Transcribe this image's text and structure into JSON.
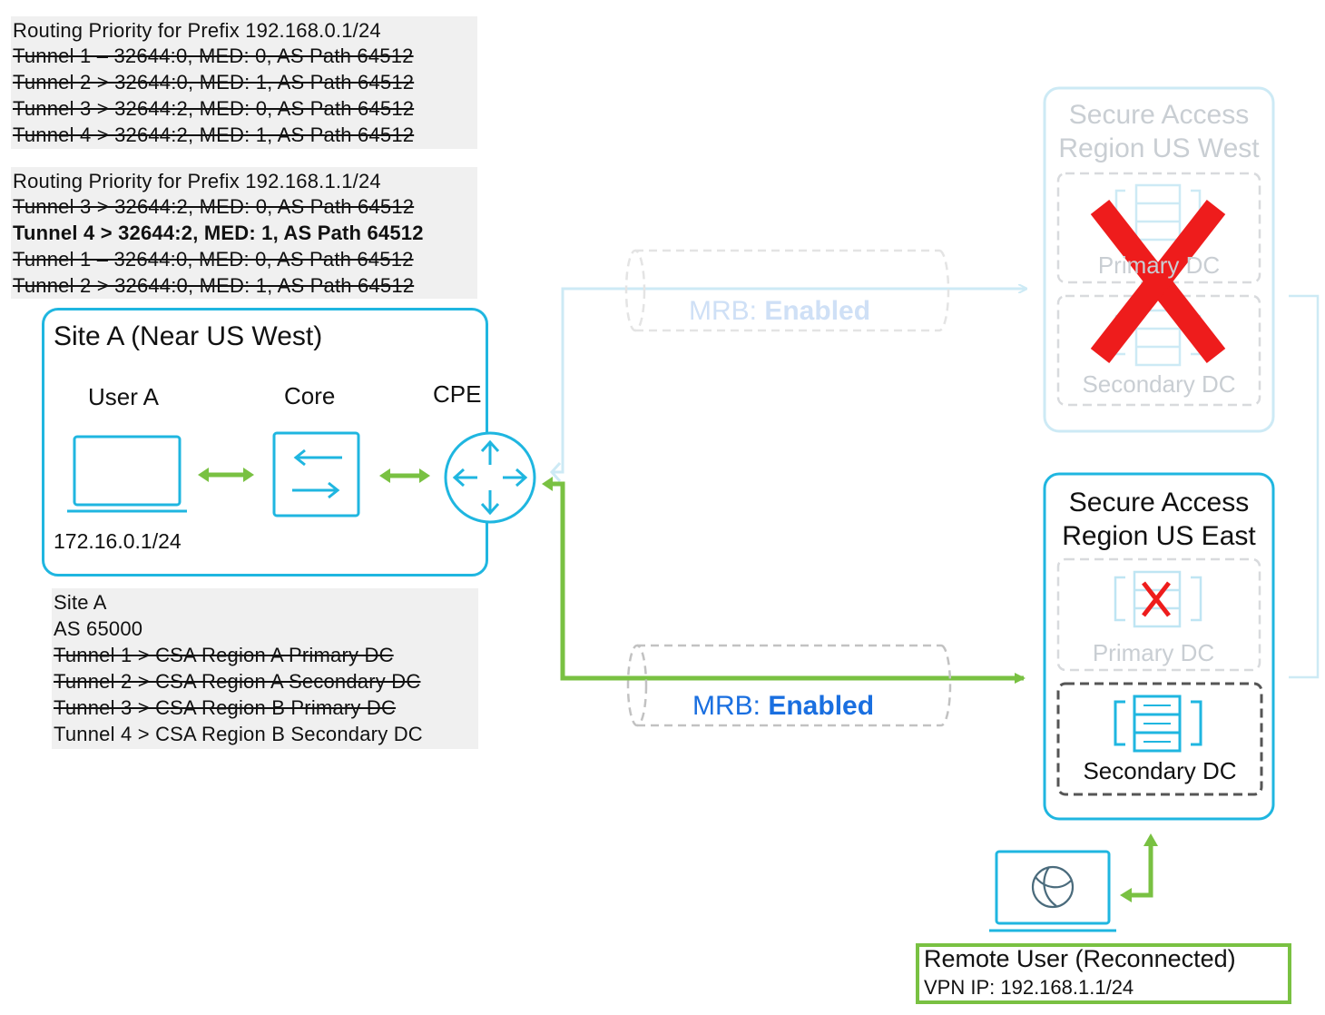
{
  "routing_table_1": {
    "title": "Routing Priority for Prefix 192.168.0.1/24",
    "rows": [
      "Tunnel 1 – 32644:0, MED: 0, AS Path 64512",
      "Tunnel 2 > 32644:0, MED: 1, AS Path 64512",
      "Tunnel 3 > 32644:2, MED: 0, AS Path 64512",
      "Tunnel 4 > 32644:2, MED: 1, AS Path 64512"
    ]
  },
  "routing_table_2": {
    "title": "Routing Priority for Prefix 192.168.1.1/24",
    "rows": [
      "Tunnel 3 > 32644:2, MED: 0, AS Path 64512",
      "Tunnel 4 > 32644:2, MED: 1, AS Path 64512",
      "Tunnel 1 – 32644:0, MED: 0, AS Path 64512",
      "Tunnel 2 > 32644:0, MED: 1, AS Path 64512"
    ]
  },
  "site_a": {
    "title": "Site A (Near US West)",
    "user_label": "User A",
    "core_label": "Core",
    "cpe_label": "CPE",
    "user_ip": "172.16.0.1/24"
  },
  "site_info": {
    "lines": [
      "Site A",
      "AS 65000",
      "Tunnel 1 > CSA Region A Primary DC",
      "Tunnel 2 > CSA Region A Secondary DC",
      "Tunnel 3 > CSA Region B Primary DC",
      "Tunnel 4 > CSA Region B Secondary DC"
    ]
  },
  "tunnel_west": {
    "prefix": "MRB: ",
    "status": "Enabled"
  },
  "tunnel_east": {
    "prefix": "MRB: ",
    "status": "Enabled"
  },
  "region_west": {
    "title_line1": "Secure Access",
    "title_line2": "Region US West",
    "primary_label": "Primary DC",
    "secondary_label": "Secondary DC"
  },
  "region_east": {
    "title_line1": "Secure Access",
    "title_line2": "Region US East",
    "primary_label": "Primary DC",
    "secondary_label": "Secondary DC"
  },
  "remote_user": {
    "name": "Remote User (Reconnected)",
    "vpn_ip": "VPN IP: 192.168.1.1/24"
  },
  "colors": {
    "cyan": "#1fb6e0",
    "faded_cyan": "#cdeaf5",
    "green": "#79c142",
    "red": "#ee1c1c",
    "mrb_blue": "#1a6fe0"
  }
}
